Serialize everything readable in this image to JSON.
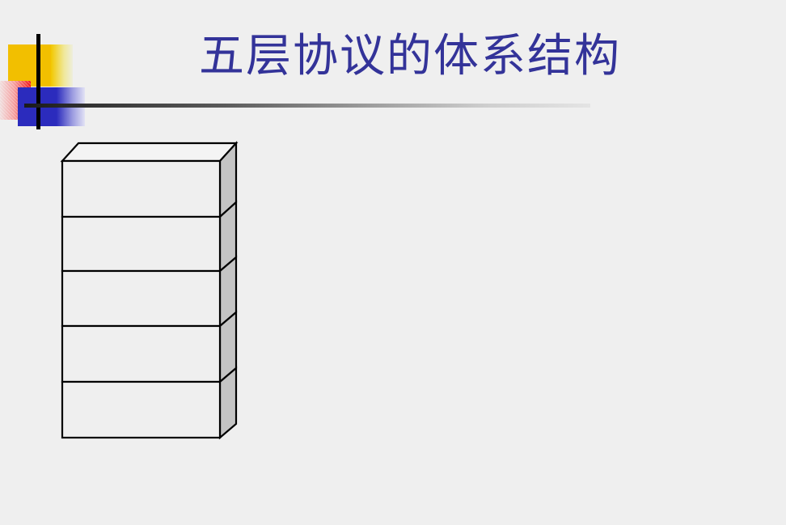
{
  "slide": {
    "title": "五层协议的体系结构",
    "background_color": "#efefef",
    "title_color": "#333399"
  },
  "logo": {
    "name": "decorative-corner-mark",
    "yellow_color": "#f2bf00",
    "red_color": "#f01818",
    "blue_color": "#2b2bbd",
    "bar_color": "#000000"
  },
  "divider": {
    "name": "title-underline-rule",
    "gradient_from": "#1a1a1a",
    "gradient_to": "#e4e4e4"
  },
  "diagram": {
    "name": "five-layer-protocol-stack",
    "type": "3d-stacked-blocks",
    "layer_count": 5,
    "face_fill": "#efefef",
    "side_fill": "#c4c4c4",
    "stroke_color": "#000000",
    "layers": [
      {
        "index": 1,
        "label": ""
      },
      {
        "index": 2,
        "label": ""
      },
      {
        "index": 3,
        "label": ""
      },
      {
        "index": 4,
        "label": ""
      },
      {
        "index": 5,
        "label": ""
      }
    ]
  }
}
